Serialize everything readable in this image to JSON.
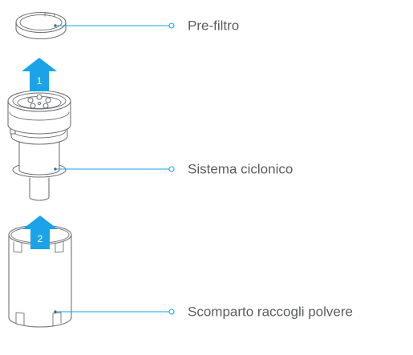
{
  "colors": {
    "accent": "#1aa3e8",
    "line": "#6f7275",
    "label": "#5a5d60"
  },
  "callouts": [
    {
      "label": "Pre-filtro"
    },
    {
      "label": "Sistema ciclonico"
    },
    {
      "label": "Scomparto raccogli polvere"
    }
  ],
  "steps": [
    {
      "number": "1",
      "icon": "arrow-up-icon"
    },
    {
      "number": "2",
      "icon": "arrow-up-icon"
    }
  ]
}
